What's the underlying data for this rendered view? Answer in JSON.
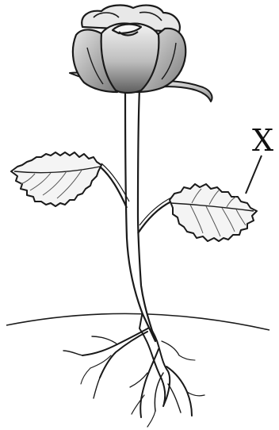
{
  "diagram": {
    "label_x": "X"
  },
  "colors": {
    "outline": "#1a1a1a",
    "petal_light": "#eeeeee",
    "petal_dark": "#6e6e6e",
    "leaf_fill": "#f4f4f4",
    "stem_fill": "#ffffff",
    "background": "#ffffff"
  },
  "parts": [
    "flower",
    "stem",
    "leaf",
    "leaf",
    "ground",
    "roots"
  ]
}
